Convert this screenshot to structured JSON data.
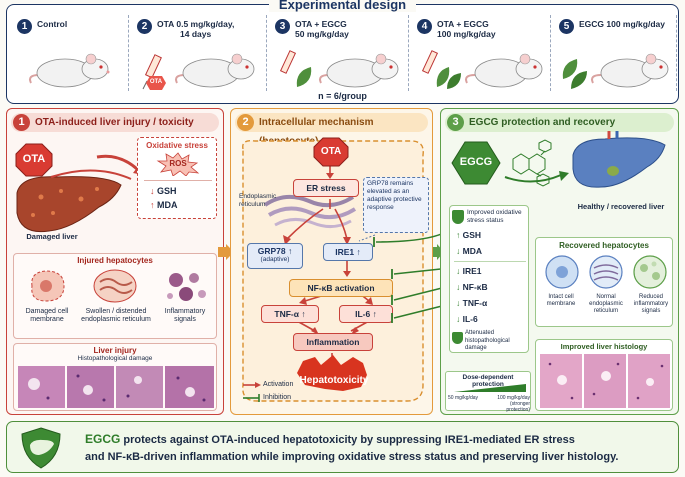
{
  "design": {
    "title": "Experimental design",
    "groups": [
      {
        "num": "1",
        "label": "Control",
        "sub": ""
      },
      {
        "num": "2",
        "label": "OTA 0.5 mg/kg/day,",
        "sub": "14 days"
      },
      {
        "num": "3",
        "label": "OTA + EGCG",
        "sub": "50 mg/kg/day"
      },
      {
        "num": "4",
        "label": "OTA + EGCG",
        "sub": "100 mg/kg/day"
      },
      {
        "num": "5",
        "label": "EGCG 100 mg/kg/day",
        "sub": ""
      }
    ],
    "syringe_label": "OTA",
    "n_per_group": "n = 6/group"
  },
  "panel1": {
    "num": "1",
    "title": "OTA-induced liver injury / toxicity",
    "ota_sign": "OTA",
    "oxidative_title": "Oxidative stress",
    "ros": "ROS",
    "gsh": "GSH",
    "mda": "MDA",
    "liver_caption": "Damaged liver",
    "injured_title": "Injured hepatocytes",
    "cells": [
      "Damaged cell membrane",
      "Swollen / distended endoplasmic reticulum",
      "Inflammatory signals"
    ],
    "injury_title": "Liver injury",
    "injury_sub": "Histopathological damage"
  },
  "panel2": {
    "num": "2",
    "title": "Intracellular mechanism (hepatocyte)",
    "ota": "OTA",
    "er_stress": "ER stress",
    "er_label": "Endoplasmic reticulum",
    "grp78_note": "GRP78 remains elevated as an adaptive protective response",
    "grp78": "GRP78 ↑",
    "grp78_sub": "(adaptive)",
    "ire1": "IRE1 ↑",
    "nfkb": "NF-κB activation",
    "tnf": "TNF-α ↑",
    "il6": "IL-6 ↑",
    "inflammation": "Inflammation",
    "hepatotoxicity": "Hepatotoxicity",
    "legend_activation": "Activation",
    "legend_inhibition": "Inhibition"
  },
  "panel3": {
    "num": "3",
    "title": "EGCG protection and recovery",
    "egcg": "EGCG",
    "healthy_caption": "Healthy / recovered liver",
    "status_title": "Improved oxidative stress status",
    "markers": [
      "GSH",
      "MDA",
      "IRE1",
      "NF-κB",
      "TNF-α",
      "IL-6"
    ],
    "attenuated": "Attenuated histopathological damage",
    "recovered_title": "Recovered hepatocytes",
    "rec_cells": [
      "Intact cell membrane",
      "Normal endoplasmic reticulum",
      "Reduced inflammatory signals"
    ],
    "histology_title": "Improved liver histology",
    "dose_title": "Dose-dependent protection",
    "dose_low": "50 mg/kg/day",
    "dose_high": "100 mg/kg/day",
    "dose_high_sub": "(stronger protection)"
  },
  "conclusion": {
    "lead": "EGCG",
    "line1": " protects against OTA-induced hepatotoxicity by suppressing IRE1-mediated ER stress",
    "line2": "and NF-κB-driven inflammation while improving oxidative stress status and preserving liver histology."
  },
  "colors": {
    "navy": "#1c3563",
    "red": "#c8423a",
    "orange": "#e39a3c",
    "green": "#4f8f3c"
  }
}
